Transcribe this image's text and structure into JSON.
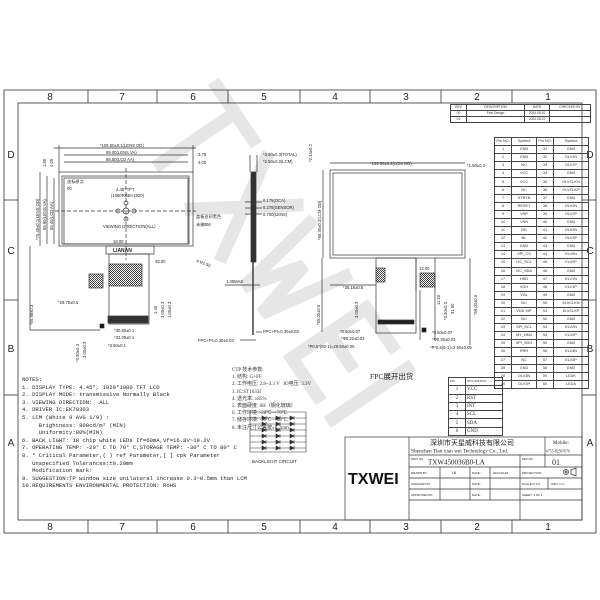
{
  "frame": {
    "columns": [
      "8",
      "7",
      "6",
      "5",
      "4",
      "3",
      "2",
      "1"
    ],
    "rows": [
      "D",
      "C",
      "B",
      "A"
    ]
  },
  "revision_table": {
    "headers": [
      "REV",
      "DESCRIPTION",
      "DATE",
      "CHECKED BY"
    ],
    "rows": [
      [
        "00",
        "First Design",
        "2024.08.10",
        ""
      ],
      [
        "01",
        "",
        "2024.08.01",
        ""
      ]
    ]
  },
  "front_view": {
    "dims": {
      "lens_od_w": "*106.50±0.1(LENS OD)",
      "lens_va_w": "99.00(LENS VA)",
      "lcd_aa_w": "98.50(LCD AA)",
      "right_1": "3.75",
      "right_2": "4.00",
      "lens_od_h": "*70.45±0.1(LENS OD)",
      "lens_va_h": "55.90(LENS VA)",
      "lcd_aa_h": "55.40(LCD AA)",
      "top_1": "1.80",
      "top_2": "4.05",
      "fpc_w": "45.00",
      "radius": "4-R1.50",
      "fpc_len": "*55.98±0.3",
      "fpc_off": "*29.79±0.5",
      "fpc_30": "*30.50±0.1",
      "fpc_32": "*32.00±0.1",
      "fpc_350": "*3.50±0.1",
      "fpc_450": "*4.50±0.3",
      "fpc_300": "3.00±0.3",
      "fpc_140": "1.40",
      "fpc_3b": "3.00±0.3",
      "fpc_1b": "1.00±0.3",
      "pin1": "18.00"
    },
    "panel_label": "4.45\" TFT",
    "resolution_label": "(1080RGB×1920)",
    "viewing_label": "VIEWING DIRECTION(ALL)",
    "origin_label": "坐标原点",
    "origin_sub": "00",
    "bonding_label": "盖板丝印黑色",
    "bonding_sub": "未做BM",
    "brand_mark": "LIANAN"
  },
  "side_view": {
    "dims": {
      "total": "*3.60±0.3(TOTAL)",
      "lcm": "*2.50±0.2(LCM)",
      "oca": "0.175(OCA)",
      "sensor": "0.275(SENSOR)",
      "lens": "0.700(LENS)",
      "max": "1.35MAX",
      "fpc_pi": "FPC+PI=0.30±0.03",
      "fpc_pi2": "FPC+PI=0.30±0.03"
    }
  },
  "rear_view": {
    "dims": {
      "top": "*2.14±0.2",
      "lcm_w": "*103.50±0.2(LCM OD)",
      "right": "*1.50±0.2",
      "lcm_h": "*65.30±0.2(LCM OD)",
      "fpc_total": "*55.00±0.5",
      "fpc_off": "*35.15±0.5",
      "tab": "12.00",
      "fpc2": "*59.00±0.5",
      "d11": "11.60",
      "d3": "*3.00±0.3",
      "d31": "31.50",
      "d3b": "3.00±0.3",
      "p050": "*0.50±0.07",
      "p032": "*Ф0.32±0.03",
      "pitch": "*P0.5*(60-1)=29.50±0.05",
      "p050b": "*0.50±0.07",
      "p030": "*Ф0.30±0.03",
      "pitch2": "*P*0.5(6-1)=2.50±0.05"
    }
  },
  "pin_table": {
    "headers": [
      "Pin NO.",
      "Symbol",
      "Pin NO.",
      "Symbol"
    ],
    "pins": [
      [
        "1",
        "GND",
        "31",
        "GND"
      ],
      [
        "2",
        "GND",
        "32",
        "OLV1N"
      ],
      [
        "3",
        "NC",
        "33",
        "OLV1P"
      ],
      [
        "4",
        "VCC",
        "34",
        "GND"
      ],
      [
        "5",
        "VCC",
        "35",
        "OLVCLKN"
      ],
      [
        "6",
        "NC",
        "36",
        "OLVCLKP"
      ],
      [
        "7",
        "STBYB",
        "37",
        "GND"
      ],
      [
        "8",
        "RESET",
        "38",
        "OLV2N"
      ],
      [
        "9",
        "VSP",
        "39",
        "OLV2P"
      ],
      [
        "10",
        "VSN",
        "40",
        "GND"
      ],
      [
        "11",
        "BD",
        "41",
        "OLV3N"
      ],
      [
        "12",
        "BL",
        "42",
        "OLV3P"
      ],
      [
        "13",
        "GND",
        "43",
        "GND"
      ],
      [
        "14",
        "SPI_CS",
        "44",
        "ELV0N"
      ],
      [
        "15",
        "I2C_SCL",
        "45",
        "ELV0P"
      ],
      [
        "16",
        "I2C_SDA",
        "46",
        "GND"
      ],
      [
        "17",
        "HSD",
        "47",
        "ELV1N"
      ],
      [
        "18",
        "VGH",
        "48",
        "ELV1P"
      ],
      [
        "19",
        "VGL",
        "49",
        "GND"
      ],
      [
        "20",
        "NC",
        "50",
        "ELVCLKN"
      ],
      [
        "21",
        "VDD VIP",
        "51",
        "ELVCLKP"
      ],
      [
        "22",
        "NC",
        "52",
        "GND"
      ],
      [
        "23",
        "SPI_SCL",
        "53",
        "ELV2N"
      ],
      [
        "24",
        "MY_HM4",
        "54",
        "ELV2P"
      ],
      [
        "25",
        "SPI_SDO",
        "55",
        "GND"
      ],
      [
        "26",
        "RRR",
        "56",
        "ELV3N"
      ],
      [
        "27",
        "NC",
        "57",
        "ELV3P"
      ],
      [
        "28",
        "GND",
        "58",
        "GND"
      ],
      [
        "29",
        "OLV3N",
        "59",
        "LEDK"
      ],
      [
        "30",
        "OLV3P",
        "60",
        "LEDA"
      ]
    ]
  },
  "notes": {
    "title": "NOTES:",
    "items": [
      "1. DISPLAY TYPE: 4.45\", 1920*1080 TFT LCD",
      "2. DISPLAY MODE: transmissive Normally Black",
      "3. VIEWING DIRECTION:  ALL",
      "4. DRIVER IC:EK79303",
      "5. LCM (White 9 AVG 1/9) :",
      "     Brightness: 800cd/m² (MIN)",
      "     Uniformity:80%(MIN)",
      "6. BACK LIGHT: 18 chip white LEDs If=60mA,Vf=16.8V~19.2V",
      "7. OPERATING TEMP: -20° C TO 70° C,STORAGE TEMP: -30° C TO 80° C",
      "8. * Critical Parameter,( ) ref Parameter,[ ] cpk Parameter",
      "   Unspecified Tolerances:±0.20mm",
      "   Modification mark:",
      "9. SUGGESTION:TP window size unilateral increase 0.3~0.5mm than LCM",
      "10.REQUIREMENTS ENVIRONMENTAL PROTECTION: RoHS"
    ]
  },
  "ctp_specs": {
    "title": "CTP 技术参数:",
    "items": [
      "1. 结构: G+FF",
      "2. 工作电压: 2.8~3.3 V   IO电压: 3.3V",
      "3. IC:ST1633I",
      "4. 透光率: ≥85%",
      "5. 表面硬度: 6H（钢化玻璃）",
      "6. 工作环境: -20℃~+70℃.",
      "7. 储存环境: -30℃~+80℃.",
      "8. 未注尺寸公差按±0.2mm"
    ]
  },
  "backlight": {
    "label": "BACKLIGHT  CIRCUIT"
  },
  "fpc_section": {
    "title": "FPC展开出货",
    "headers": [
      "PIN",
      "DESCRIPTION"
    ],
    "pins": [
      [
        "1",
        "VCC"
      ],
      [
        "2",
        "RST"
      ],
      [
        "3",
        "INT"
      ],
      [
        "4",
        "SCL"
      ],
      [
        "5",
        "SDA"
      ],
      [
        "6",
        "GND"
      ]
    ]
  },
  "title_block": {
    "logo": "TXWEI",
    "company_cn": "深圳市天星威科技有限公司",
    "company_en": "Shenzhen Tian xian wei Technology Co., Ltd.",
    "mobile_label": "Mobile:",
    "mobile": "0755-82597676",
    "part_no_label": "PART NO.",
    "part_no": "TXW450036B0-LA",
    "rev_label": "REV NO.",
    "rev": "01",
    "drawn_by_label": "DRAWN BY:",
    "drawn_by": "LN",
    "date_label": "DATE:",
    "date": "2024.09.30",
    "checked_by_label": "CHECKED BY:",
    "approved_by_label": "APPROVED BY:",
    "projection_label": "PROJECTION:",
    "scale": "SCALE:N.T.S",
    "unit": "UNIT: mm",
    "sheet": "SHEET:  1  OF  1"
  },
  "watermark": "TXWEI",
  "colors": {
    "line": "#333333",
    "hatch": "#555555",
    "watermark": "#d8d8d8"
  }
}
